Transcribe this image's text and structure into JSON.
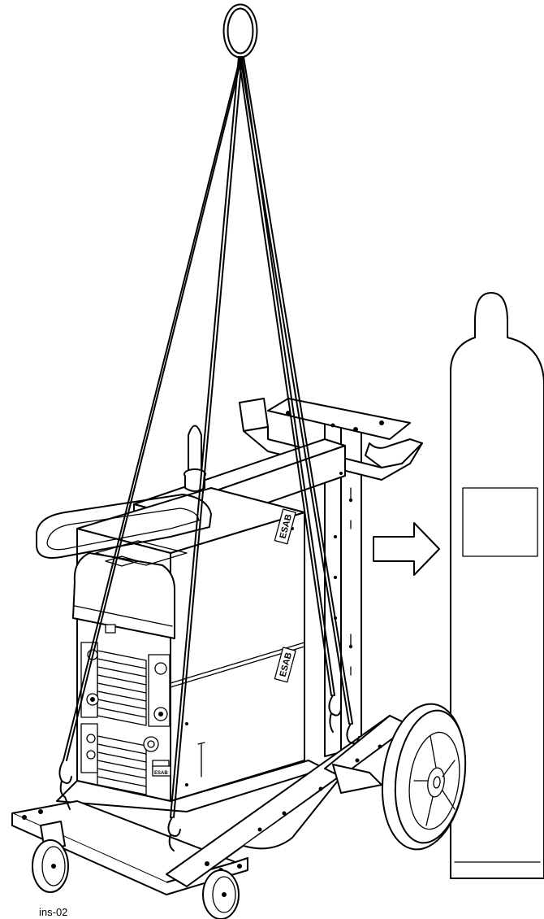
{
  "figure": {
    "label": "ins-02",
    "brand_marks": [
      "ESAB",
      "ESAB",
      "ESAB"
    ]
  }
}
